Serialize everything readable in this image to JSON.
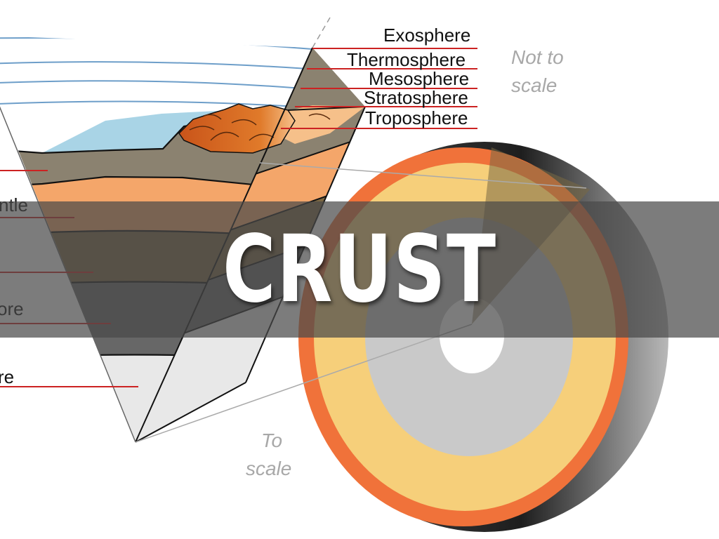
{
  "banner": {
    "title": "CRUST"
  },
  "atmosphere_labels": [
    "Exosphere",
    "Thermosphere",
    "Mesosphere",
    "Stratosphere",
    "Troposphere"
  ],
  "interior_labels": [
    "ntle",
    "ore",
    "re"
  ],
  "scale_notes": {
    "not_to_scale": [
      "Not to",
      "scale"
    ],
    "to_scale": [
      "To",
      "scale"
    ]
  },
  "colors": {
    "atmosphere_line": "#6d9ec9",
    "label_line": "#cc2222",
    "ocean": "#a9d4e6",
    "crust": "#8b8270",
    "upper_mantle": "#f4a66a",
    "mantle": "#7a6642",
    "outer_core": "#676767",
    "inner_core": "#cfcfcf",
    "globe_crust": "#f0723a",
    "globe_mantle": "#f6cf7a",
    "banner": "#4a4a4a"
  }
}
